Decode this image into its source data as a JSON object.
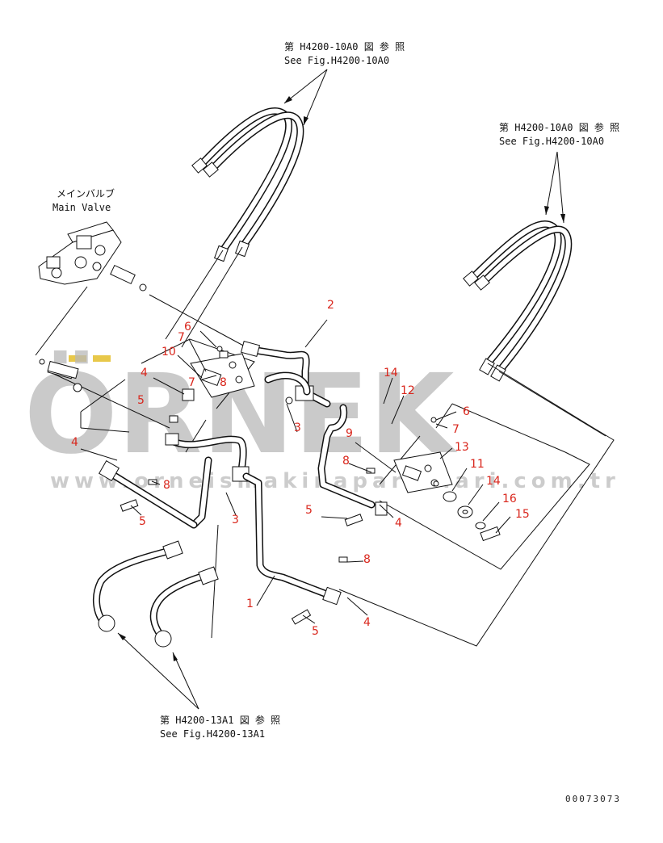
{
  "refs": {
    "top_center": {
      "jp": "第 H4200-10A0 図 参 照",
      "en": "See Fig.H4200-10A0"
    },
    "top_right": {
      "jp": "第 H4200-10A0 図 参 照",
      "en": "See Fig.H4200-10A0"
    },
    "bottom": {
      "jp": "第 H4200-13A1 図 参 照",
      "en": "See Fig.H4200-13A1"
    },
    "main_valve": {
      "jp": "メインバルブ",
      "en": "Main Valve"
    }
  },
  "watermark": {
    "brand": "ÖRNEK",
    "url": "www.orneismakinaparcalari.com.tr"
  },
  "drawing_code": "00073073",
  "callouts": {
    "c1": "1",
    "c2": "2",
    "c3a": "3",
    "c3b": "3",
    "c4a": "4",
    "c4b": "4",
    "c4c": "4",
    "c4d": "4",
    "c5a": "5",
    "c5b": "5",
    "c5c": "5",
    "c5d": "5",
    "c6a": "6",
    "c6b": "6",
    "c7a": "7",
    "c7b": "7",
    "c7c": "7",
    "c8a": "8",
    "c8b": "8",
    "c8c": "8",
    "c8d": "8",
    "c9": "9",
    "c10": "10",
    "c11": "11",
    "c12": "12",
    "c13": "13",
    "c14a": "14",
    "c14b": "14",
    "c15": "15",
    "c16": "16"
  },
  "colors": {
    "callout": "#d9261c",
    "line": "#111111",
    "watermark": "#b9b9b9",
    "watermark_accent": "#e8c84a"
  }
}
